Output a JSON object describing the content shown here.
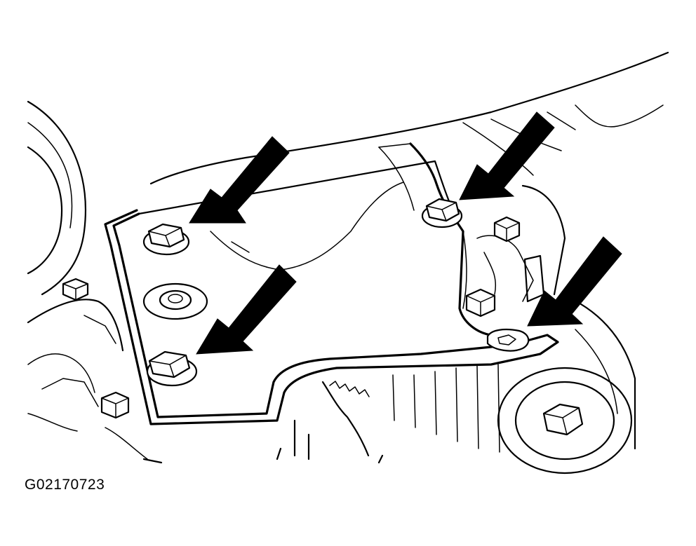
{
  "figure": {
    "code": "G02170723",
    "callouts": [
      "arrow",
      "arrow",
      "arrow",
      "arrow"
    ],
    "background": "#ffffff",
    "line_color": "#000000"
  }
}
